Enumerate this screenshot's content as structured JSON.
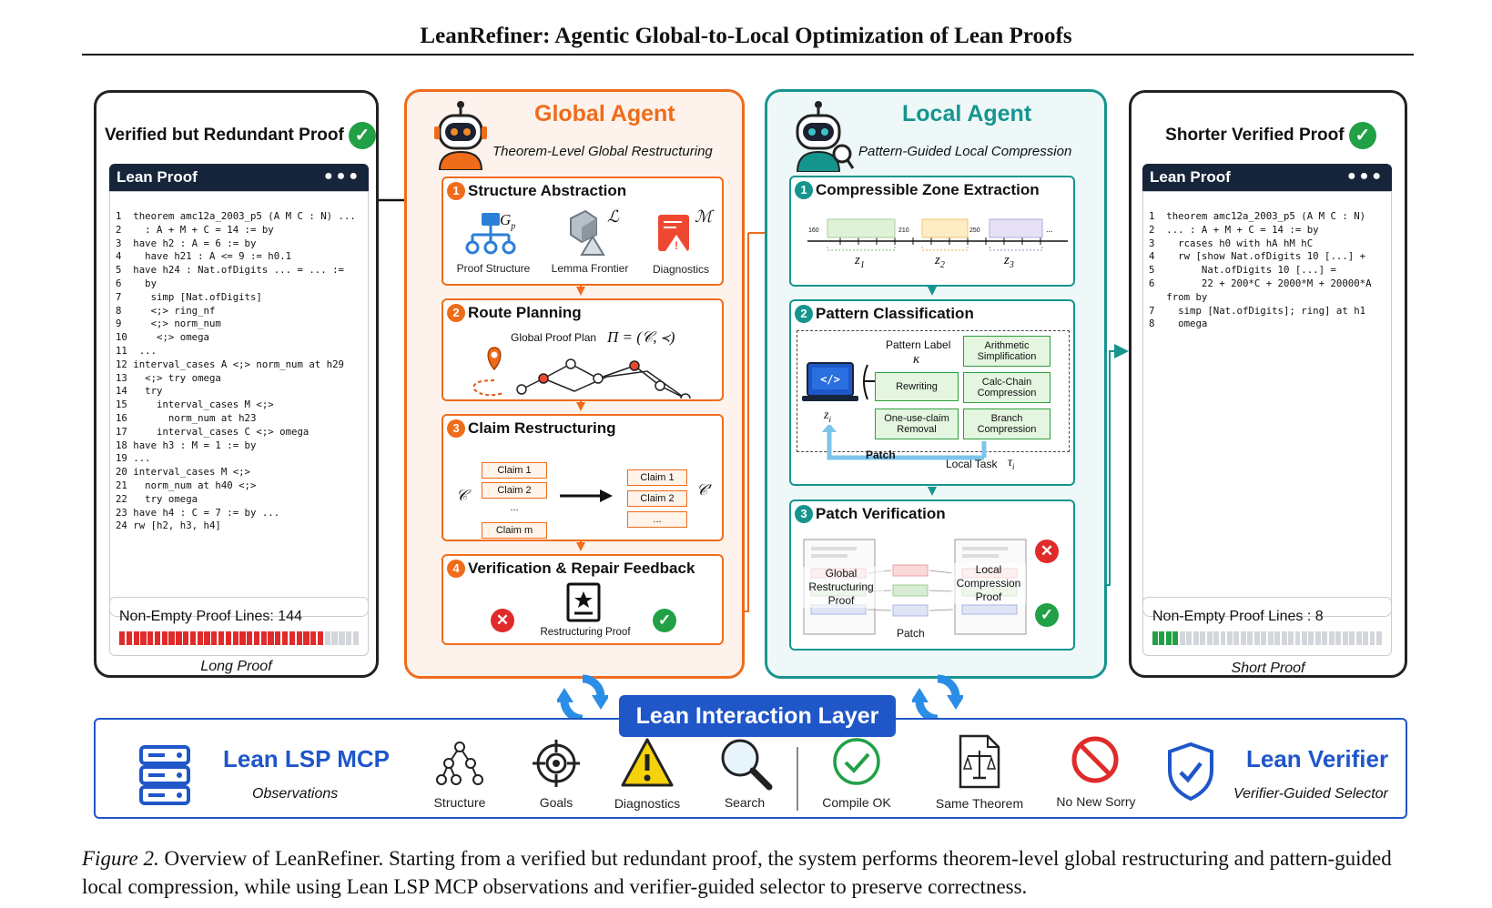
{
  "title": "LeanRefiner: Agentic Global-to-Local Optimization of Lean Proofs",
  "left_panel": {
    "title": "Verified but Redundant Proof",
    "code_header": "Lean Proof",
    "code": [
      "1  theorem amc12a_2003_p5 (A M C : N) ...",
      "2    : A + M + C = 14 := by",
      "3  have h2 : A = 6 := by",
      "4    have h21 : A <= 9 := h0.1",
      "5  have h24 : Nat.ofDigits ... = ... :=",
      "6    by",
      "7     simp [Nat.ofDigits]",
      "8     <;> ring_nf",
      "9     <;> norm_num",
      "10     <;> omega",
      "11  ...",
      "12 interval_cases A <;> norm_num at h29",
      "13   <;> try omega",
      "14   try",
      "15     interval_cases M <;>",
      "16       norm_num at h23",
      "17     interval_cases C <;> omega",
      "18 have h3 : M = 1 := by",
      "19 ...",
      "20 interval_cases M <;>",
      "21   norm_num at h40 <;>",
      "22   try omega",
      "23 have h4 : C = 7 := by ...",
      "24 rw [h2, h3, h4]"
    ],
    "lines_label": "Non-Empty Proof Lines: 144",
    "filled_fraction": 0.84,
    "caption": "Long Proof"
  },
  "global_agent": {
    "title": "Global Agent",
    "subtitle": "Theorem-Level Global Restructuring",
    "step1": {
      "num": "1",
      "title": "Structure Abstraction",
      "items": [
        "Proof Structure",
        "Lemma Frontier",
        "Diagnostics"
      ],
      "symbols": [
        "G",
        "p",
        "ℒ",
        "ℳ"
      ]
    },
    "step2": {
      "num": "2",
      "title": "Route Planning",
      "plan_label": "Global Proof Plan",
      "plan_formula": "Π = (𝒞, ≺)"
    },
    "step3": {
      "num": "3",
      "title": "Claim Restructuring",
      "c_label": "𝒞",
      "c2_label": "𝒞′",
      "claims_in": [
        "Claim 1",
        "Claim 2",
        "...",
        "Claim m"
      ],
      "claims_out": [
        "Claim 1",
        "Claim 2",
        "..."
      ]
    },
    "step4": {
      "num": "4",
      "title": "Verification & Repair Feedback",
      "caption": "Restructuring Proof"
    }
  },
  "local_agent": {
    "title": "Local Agent",
    "subtitle": "Pattern-Guided Local Compression",
    "step1": {
      "num": "1",
      "title": "Compressible Zone Extraction",
      "ticks": [
        "160",
        "210",
        "250",
        "..."
      ],
      "zones": [
        "z",
        "z",
        "z"
      ],
      "zone_subs": [
        "1",
        "2",
        "3"
      ]
    },
    "step2": {
      "num": "2",
      "title": "Pattern Classification",
      "pattern_label": "Pattern Label",
      "kappa": "κ",
      "zi": "z",
      "zi_sub": "i",
      "boxes": [
        "Arithmetic Simplification",
        "Rewriting",
        "Calc-Chain Compression",
        "One-use-claim Removal",
        "Branch Compression"
      ],
      "patch": "Patch",
      "local_task": "Local Task",
      "tau": "τ",
      "tau_sub": "i"
    },
    "step3": {
      "num": "3",
      "title": "Patch Verification",
      "left_doc": "Global Restructuring Proof",
      "right_doc": "Local Compression Proof",
      "patch": "Patch"
    }
  },
  "right_panel": {
    "title": "Shorter Verified Proof",
    "code_header": "Lean Proof",
    "code": [
      "1  theorem amc12a_2003_p5 (A M C : N)",
      "2  ... : A + M + C = 14 := by",
      "3    rcases h0 with hA hM hC",
      "4    rw [show Nat.ofDigits 10 [...] +",
      "5        Nat.ofDigits 10 [...] =",
      "6        22 + 200*C + 2000*M + 20000*A",
      "   from by",
      "7    simp [Nat.ofDigits]; ring] at h1",
      "8    omega"
    ],
    "lines_label": "Non-Empty Proof Lines : 8",
    "filled_fraction": 0.12,
    "caption": "Short Proof"
  },
  "interaction_layer": {
    "title": "Lean Interaction Layer",
    "mcp_title": "Lean LSP MCP",
    "mcp_sub": "Observations",
    "tools": [
      "Structure",
      "Goals",
      "Diagnostics",
      "Search",
      "Compile OK",
      "Same Theorem",
      "No New Sorry"
    ],
    "verifier_title": "Lean Verifier",
    "verifier_sub": "Verifier-Guided Selector"
  },
  "caption": {
    "lead": "Figure 2.",
    "text": " Overview of LeanRefiner. Starting from a verified but redundant proof, the system performs theorem-level global restructuring and pattern-guided local compression, while using Lean LSP MCP observations and verifier-guided selector to preserve correctness."
  },
  "colors": {
    "orange": "#ef6c1a",
    "teal": "#16958f",
    "blue": "#1f56c8",
    "green": "#22a046",
    "red": "#e02b2b",
    "navy": "#17253a"
  },
  "icons": [
    "check-icon",
    "robot-icon",
    "tree-icon",
    "cube-icon",
    "diagnostic-icon",
    "map-pin-icon",
    "document-icon",
    "server-icon",
    "target-icon",
    "warning-icon",
    "magnifier-icon",
    "scale-icon",
    "no-entry-icon",
    "shield-icon",
    "sync-icon"
  ]
}
